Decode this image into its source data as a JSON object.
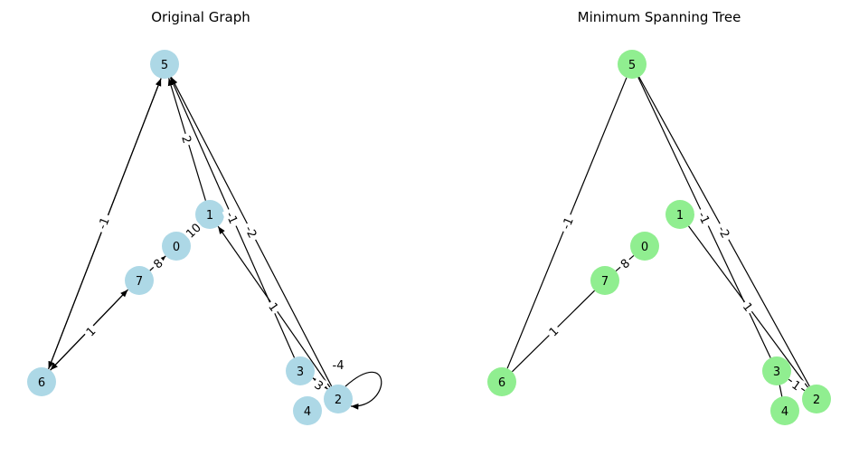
{
  "panels": [
    {
      "title": "Original Graph",
      "node_color": "#add8e6",
      "directed": true,
      "nodes": [
        "5",
        "1",
        "0",
        "7",
        "6",
        "3",
        "2",
        "4"
      ],
      "edges": [
        {
          "from": "5",
          "to": "6",
          "label": "-1"
        },
        {
          "from": "6",
          "to": "5",
          "label": ""
        },
        {
          "from": "1",
          "to": "5",
          "label": "2"
        },
        {
          "from": "0",
          "to": "1",
          "label": "10"
        },
        {
          "from": "7",
          "to": "0",
          "label": "8"
        },
        {
          "from": "6",
          "to": "7",
          "label": "1"
        },
        {
          "from": "7",
          "to": "6",
          "label": ""
        },
        {
          "from": "3",
          "to": "5",
          "label": "-1"
        },
        {
          "from": "2",
          "to": "5",
          "label": "-2"
        },
        {
          "from": "2",
          "to": "1",
          "label": "1"
        },
        {
          "from": "3",
          "to": "2",
          "label": "1"
        },
        {
          "from": "2",
          "to": "3",
          "label": "3"
        },
        {
          "from": "2",
          "to": "2",
          "label": "-4"
        }
      ]
    },
    {
      "title": "Minimum Spanning Tree",
      "node_color": "#90ee90",
      "directed": false,
      "nodes": [
        "5",
        "1",
        "0",
        "7",
        "6",
        "3",
        "2",
        "4"
      ],
      "edges": [
        {
          "from": "5",
          "to": "6",
          "label": "-1"
        },
        {
          "from": "5",
          "to": "3",
          "label": "-1"
        },
        {
          "from": "5",
          "to": "2",
          "label": "-2"
        },
        {
          "from": "1",
          "to": "2",
          "label": "1"
        },
        {
          "from": "7",
          "to": "0",
          "label": "8"
        },
        {
          "from": "6",
          "to": "7",
          "label": "1"
        },
        {
          "from": "3",
          "to": "4",
          "label": ""
        },
        {
          "from": "3",
          "to": "2",
          "label": "1"
        }
      ]
    }
  ]
}
